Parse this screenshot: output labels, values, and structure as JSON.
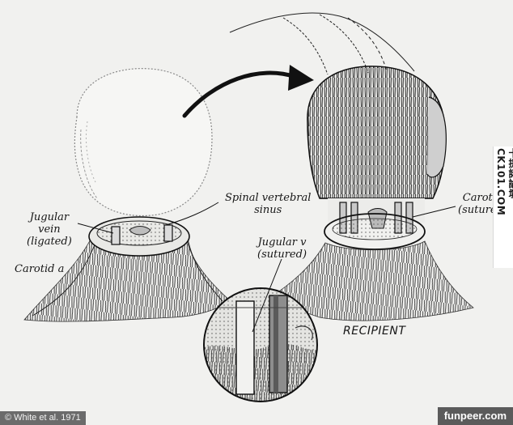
{
  "labels": {
    "spinal": "Spinal vertebral\nsinus",
    "jugular_left": "Jugular\nvein\n(ligated)",
    "carotid_left": "Carotid a",
    "carotid_right": "Carotid\n(sutured)",
    "jugular_right": "Jugular v\n(sutured)",
    "recipient": "RECIPIENT"
  },
  "credits": {
    "source": "© White et al. 1971",
    "site": "funpeer.com",
    "side_watermark": "卡提諾論壇 CK101.COM"
  }
}
